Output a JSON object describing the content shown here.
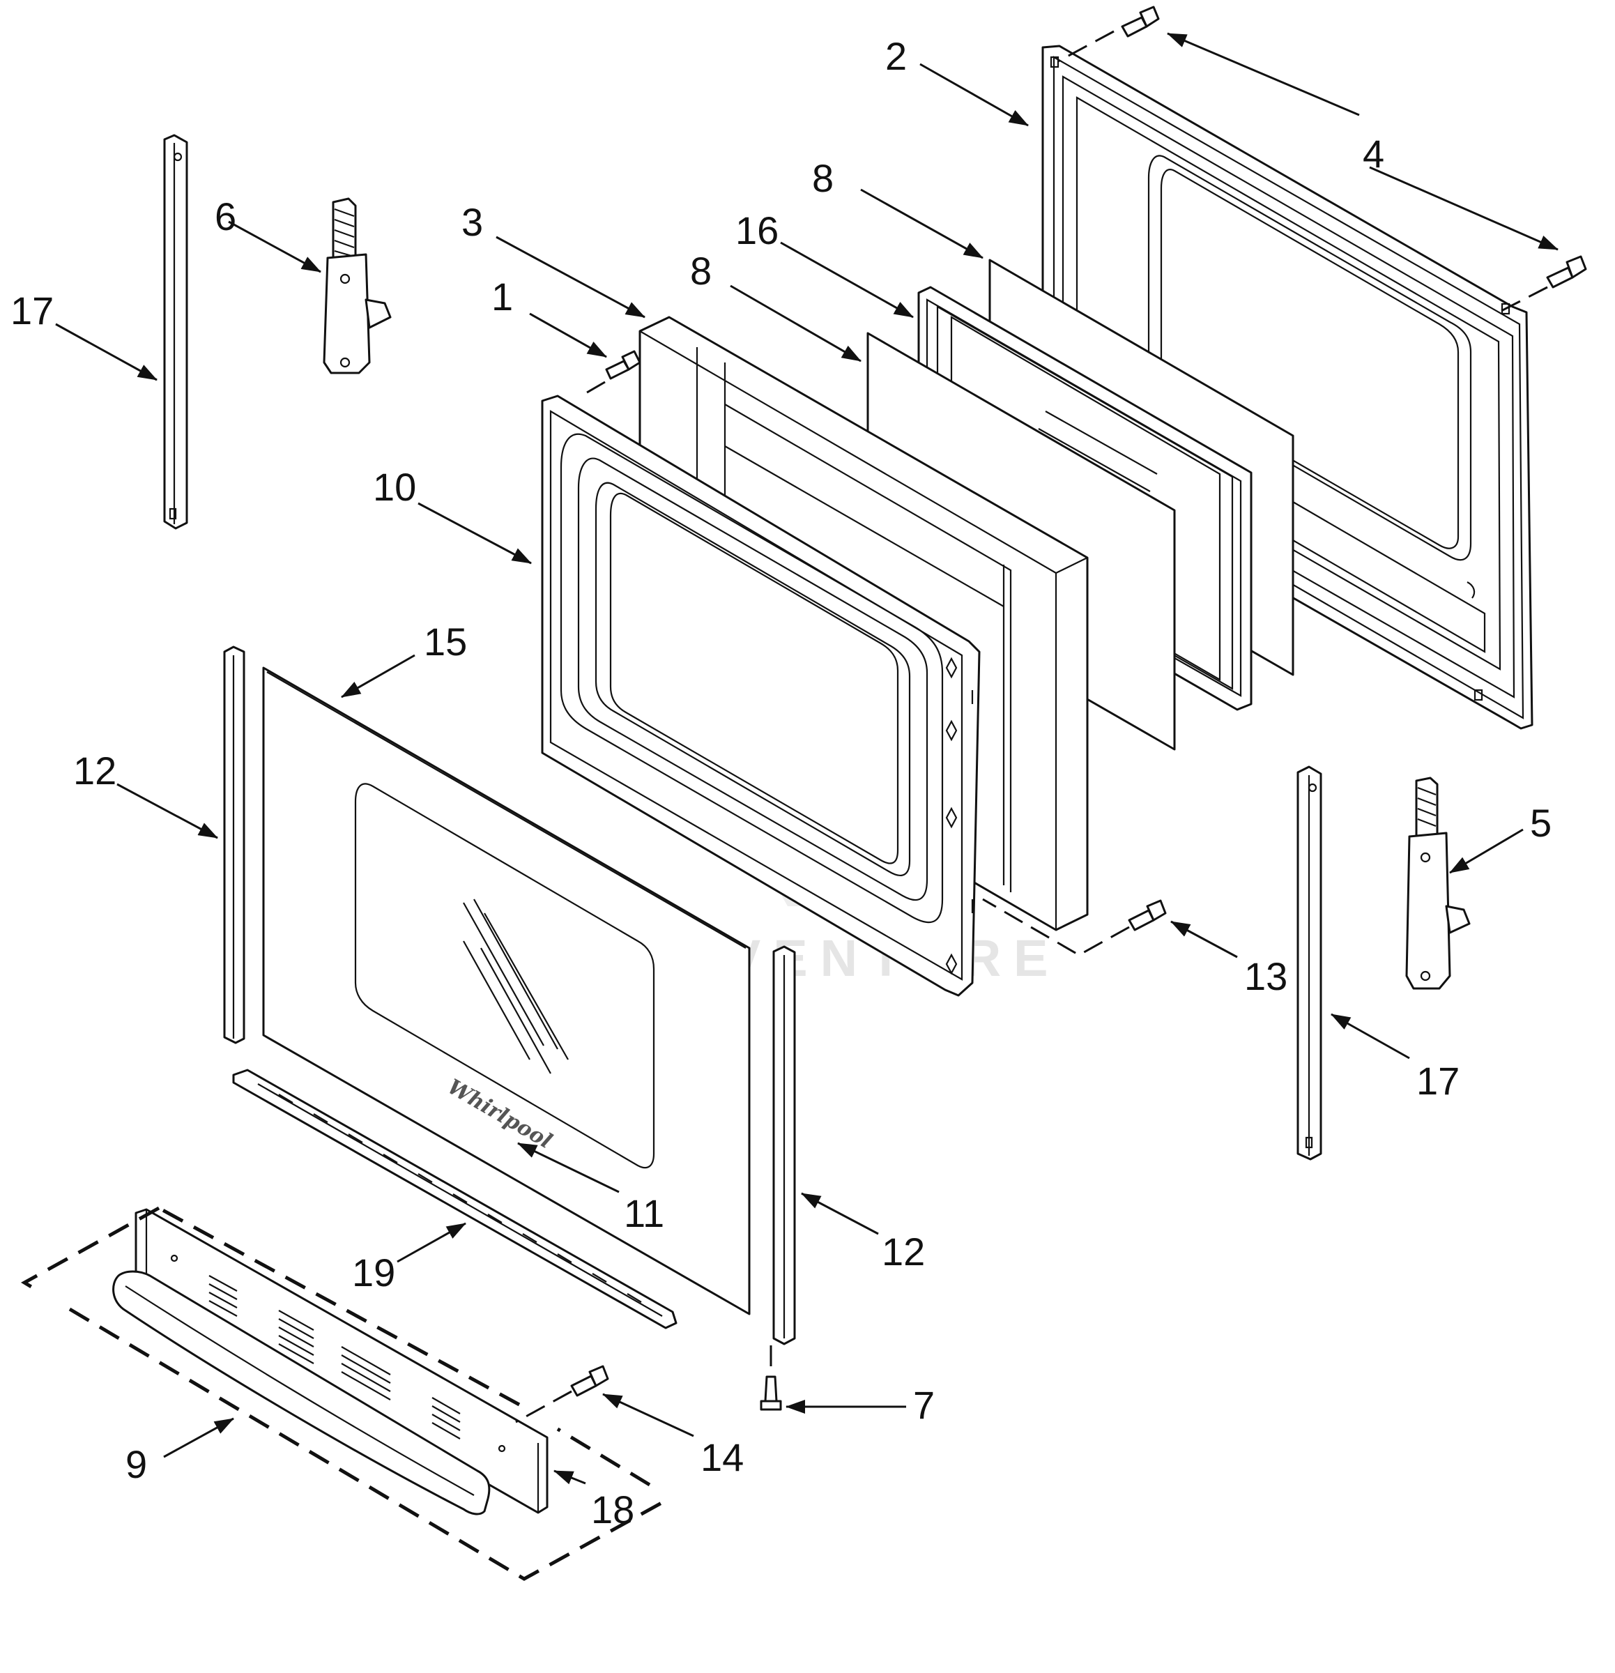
{
  "diagram": {
    "callouts": {
      "c1": "1",
      "c2": "2",
      "c3": "3",
      "c4": "4",
      "c5": "5",
      "c6": "6",
      "c7": "7",
      "c8a": "8",
      "c8b": "8",
      "c9": "9",
      "c10": "10",
      "c11": "11",
      "c12a": "12",
      "c12b": "12",
      "c13": "13",
      "c14": "14",
      "c15": "15",
      "c16": "16",
      "c17a": "17",
      "c17b": "17",
      "c18": "18",
      "c19": "19"
    },
    "brand_logo": "Whirlpool",
    "watermark": "LEADVENTURE"
  }
}
